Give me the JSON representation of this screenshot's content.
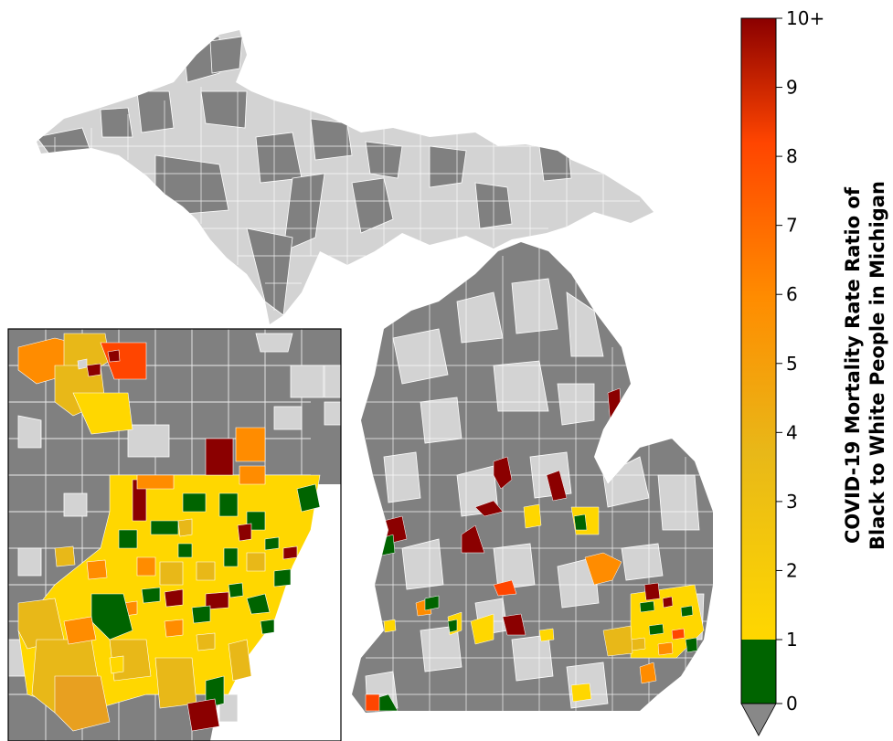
{
  "colorbar": {
    "title_line1": "COVID-19 Mortality Rate Ratio of",
    "title_line2": "Black to White People in Michigan",
    "ticks": [
      "0",
      "1",
      "2",
      "3",
      "4",
      "5",
      "6",
      "7",
      "8",
      "9",
      "10+"
    ],
    "tick_values": [
      0,
      1,
      2,
      3,
      4,
      5,
      6,
      7,
      8,
      9,
      10
    ],
    "range": [
      0,
      10
    ],
    "under_color": "#888888",
    "segments": [
      {
        "from": 0,
        "to": 1,
        "color": "#006400"
      },
      {
        "from": 1,
        "to": 10,
        "gradient": [
          "#ffd700",
          "#e8b818",
          "#ff8c00",
          "#ff4500",
          "#8b0000"
        ]
      }
    ]
  },
  "colors": {
    "no_data": "#808080",
    "low_pop": "#d3d3d3",
    "water_outline": "#ffffff",
    "inset_border": "#000000"
  },
  "regions": {
    "upper_peninsula": "Upper Peninsula",
    "lower_peninsula": "Lower Peninsula",
    "inset": "Detroit metropolitan area inset"
  }
}
